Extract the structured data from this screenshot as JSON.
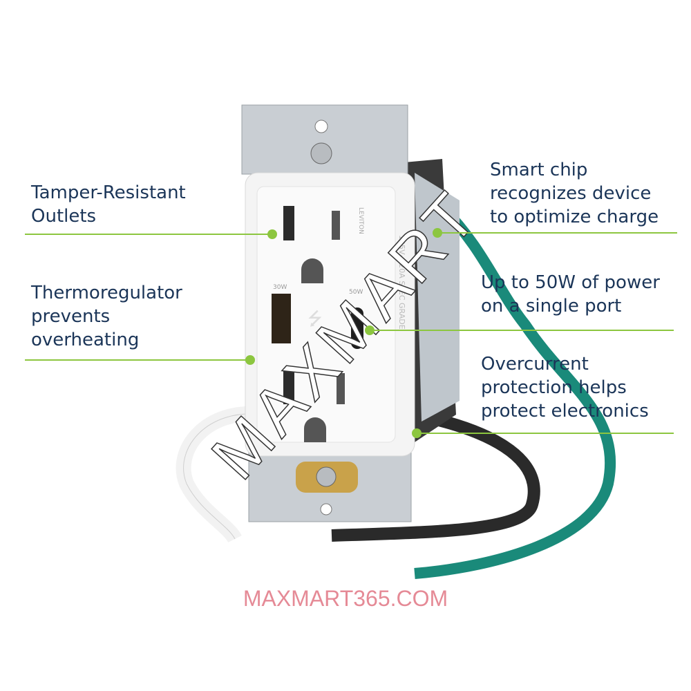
{
  "callouts": {
    "left": [
      {
        "text": "Tamper-Resistant\nOutlets"
      },
      {
        "text": "Thermoregulator\nprevents\noverheating"
      }
    ],
    "right": [
      {
        "text": "Smart chip\nrecognizes device\nto optimize charge"
      },
      {
        "text": "Up to 50W of power\non a single port"
      },
      {
        "text": "Overcurrent\nprotection helps\nprotect electronics"
      }
    ]
  },
  "product": {
    "brand_mark": "LEVITON",
    "rating": "125V~ 20A SPEC GRADE",
    "usb_a_label": "30W",
    "usb_c_label": "50W"
  },
  "watermark": {
    "diagonal": "MAXMART",
    "footer": "MAXMART365.COM"
  },
  "colors": {
    "text": "#1b3558",
    "accent": "#8cc63f",
    "watermark": "#e58a96"
  }
}
